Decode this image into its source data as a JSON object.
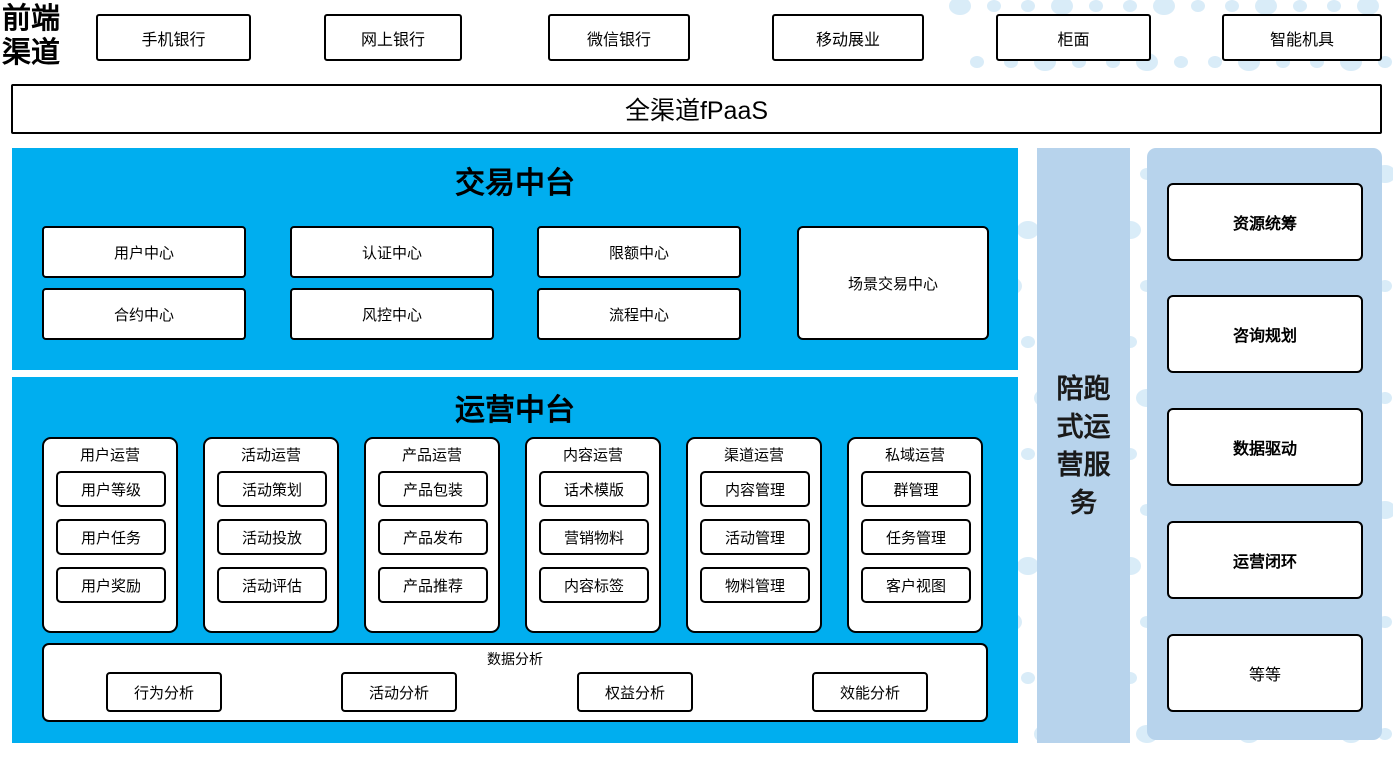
{
  "colors": {
    "cyan_panel": "#00AEEF",
    "light_blue_panel": "#B7D3EC",
    "dot_pattern": "#D9ECF8",
    "card_bg": "#FFFFFF",
    "border": "#000000"
  },
  "front_channel": {
    "label": "前端\n渠道",
    "label_line1": "前端",
    "label_line2": "渠道",
    "items": [
      {
        "label": "手机银行"
      },
      {
        "label": "网上银行"
      },
      {
        "label": "微信银行"
      },
      {
        "label": "移动展业"
      },
      {
        "label": "柜面"
      },
      {
        "label": "智能机具"
      }
    ]
  },
  "platform_bar": {
    "label": "全渠道fPaaS"
  },
  "trade_center": {
    "title": "交易中台",
    "cards": [
      {
        "label": "用户中心"
      },
      {
        "label": "认证中心"
      },
      {
        "label": "限额中心"
      },
      {
        "label": "合约中心"
      },
      {
        "label": "风控中心"
      },
      {
        "label": "流程中心"
      }
    ],
    "wide_card": {
      "label": "场景交易中心"
    }
  },
  "ops_center": {
    "title": "运营中台",
    "columns": [
      {
        "title": "用户运营",
        "items": [
          "用户等级",
          "用户任务",
          "用户奖励"
        ]
      },
      {
        "title": "活动运营",
        "items": [
          "活动策划",
          "活动投放",
          "活动评估"
        ]
      },
      {
        "title": "产品运营",
        "items": [
          "产品包装",
          "产品发布",
          "产品推荐"
        ]
      },
      {
        "title": "内容运营",
        "items": [
          "话术模版",
          "营销物料",
          "内容标签"
        ]
      },
      {
        "title": "渠道运营",
        "items": [
          "内容管理",
          "活动管理",
          "物料管理"
        ]
      },
      {
        "title": "私域运营",
        "items": [
          "群管理",
          "任务管理",
          "客户视图"
        ]
      }
    ],
    "analytics": {
      "title": "数据分析",
      "items": [
        "行为分析",
        "活动分析",
        "权益分析",
        "效能分析"
      ]
    }
  },
  "service_bar": {
    "label": "陪跑式运营服务"
  },
  "capability_panel": {
    "items": [
      {
        "label": "资源统筹",
        "bold": true
      },
      {
        "label": "咨询规划",
        "bold": true
      },
      {
        "label": "数据驱动",
        "bold": true
      },
      {
        "label": "运营闭环",
        "bold": true
      },
      {
        "label": "等等",
        "bold": false
      }
    ]
  }
}
